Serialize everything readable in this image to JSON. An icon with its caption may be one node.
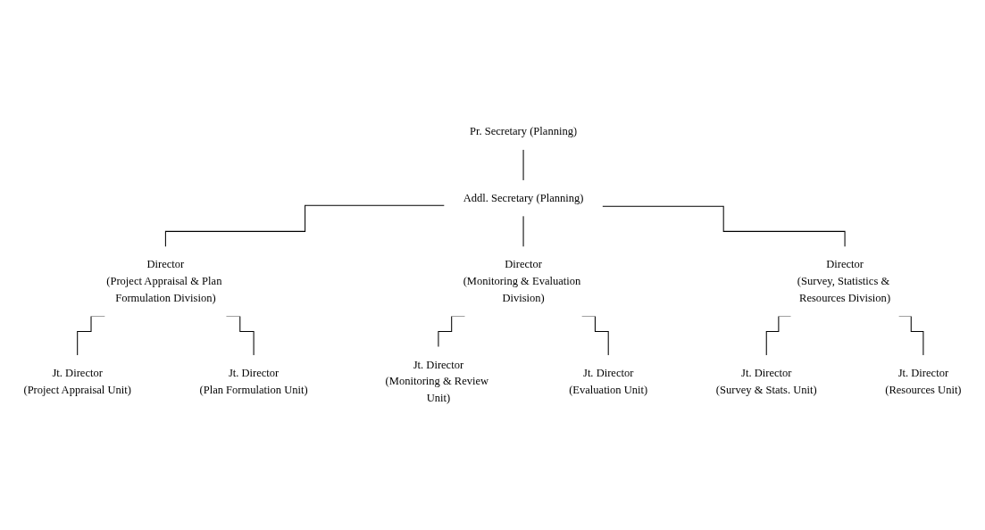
{
  "diagram": {
    "nodes": [
      {
        "text": [
          "Pr. Secretary (Planning)"
        ]
      },
      {
        "text": [
          "Addl. Secretary (Planning)"
        ]
      },
      {
        "text": [
          "Director",
          "(Project Appraisal & Plan Formulation Division)"
        ]
      },
      {
        "text": [
          "Director",
          "(Monitoring & Evaluation Division)"
        ]
      },
      {
        "text": [
          "Director",
          "(Survey, Statistics & Resources Division)"
        ]
      },
      {
        "text": [
          "Jt. Director",
          "(Project Appraisal Unit)"
        ]
      },
      {
        "text": [
          "Jt. Director",
          "(Plan Formulation Unit)"
        ]
      },
      {
        "text": [
          "Jt. Director",
          "(Monitoring & Review Unit)"
        ]
      },
      {
        "text": [
          "Jt. Director",
          "(Evaluation Unit)"
        ]
      },
      {
        "text": [
          "Jt. Director",
          "(Survey & Stats. Unit)"
        ]
      },
      {
        "text": [
          "Jt. Director",
          "(Resources Unit)"
        ]
      }
    ],
    "edges": [
      {
        "from": 0,
        "to": 1,
        "arrow": "none"
      },
      {
        "from": 1,
        "to": 2,
        "arrow": "none"
      },
      {
        "from": 1,
        "to": 3,
        "arrow": "none"
      },
      {
        "from": 1,
        "to": 4,
        "arrow": "none"
      },
      {
        "from": 2,
        "to": 5,
        "arrow": "none"
      },
      {
        "from": 2,
        "to": 6,
        "arrow": "none"
      },
      {
        "from": 3,
        "to": 7,
        "arrow": "none"
      },
      {
        "from": 3,
        "to": 8,
        "arrow": "none"
      },
      {
        "from": 4,
        "to": 9,
        "arrow": "none"
      },
      {
        "from": 4,
        "to": 10,
        "arrow": "none"
      }
    ]
  }
}
